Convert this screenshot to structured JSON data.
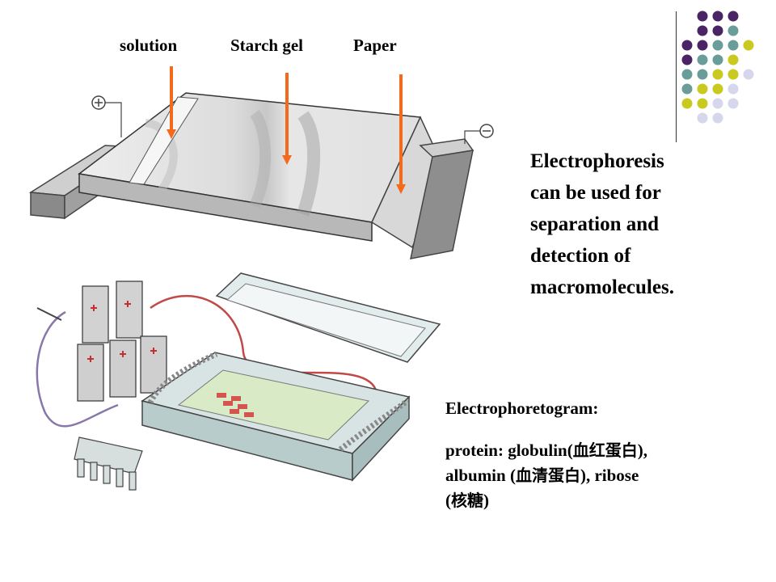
{
  "labels": {
    "solution": "solution",
    "starch_gel": "Starch gel",
    "paper": "Paper"
  },
  "main_text": {
    "line1": "Electrophoresis",
    "line2": "can be used for",
    "line3": "separation and",
    "line4": "detection of",
    "line5": "macromolecules."
  },
  "electrophoretogram": {
    "title": "Electrophoretogram:",
    "line1_a": "protein: globulin(",
    "line1_b": "血红蛋白",
    "line1_c": "),",
    "line2_a": "albumin (",
    "line2_b": "血清蛋白",
    "line2_c": "), ribose",
    "line3_a": "(",
    "line3_b": "核糖",
    "line3_c": ")"
  },
  "colors": {
    "purple": "#4b2466",
    "teal": "#6a9d9a",
    "olive": "#c9c91f",
    "lavender": "#d6d6ec",
    "arrow": "#f36a1d"
  }
}
